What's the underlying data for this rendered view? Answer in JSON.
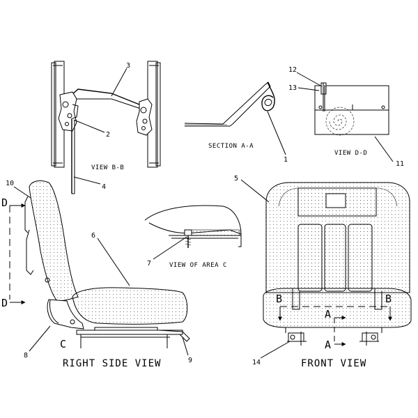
{
  "views": {
    "view_bb": "VIEW B-B",
    "section_aa": "SECTION A-A",
    "view_dd": "VIEW D-D",
    "view_area_c": "VIEW OF AREA C",
    "right_side_view": "RIGHT SIDE VIEW",
    "front_view": "FRONT VIEW"
  },
  "parts": {
    "p1": "1",
    "p2": "2",
    "p3": "3",
    "p4": "4",
    "p5": "5",
    "p6": "6",
    "p7": "7",
    "p8": "8",
    "p9": "9",
    "p10": "10",
    "p11": "11",
    "p12": "12",
    "p13": "13",
    "p14": "14"
  },
  "section_marks": {
    "d_top": "D",
    "d_bottom": "D",
    "b_left": "B",
    "b_right": "B",
    "a_top": "A",
    "a_bottom": "A",
    "c": "C"
  }
}
